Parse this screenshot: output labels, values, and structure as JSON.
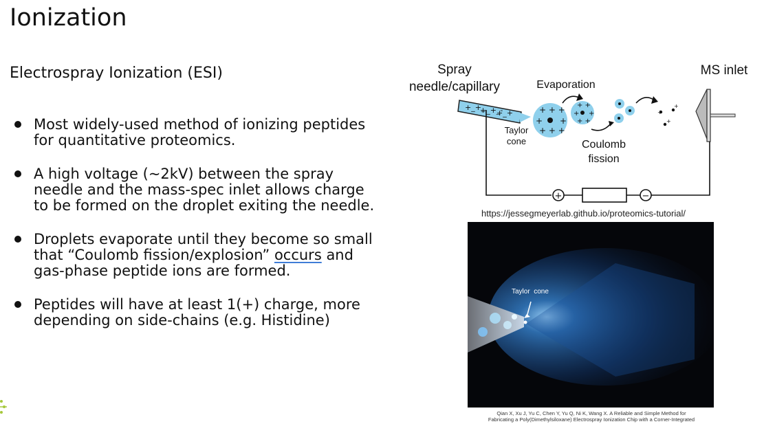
{
  "slide": {
    "title": "Ionization",
    "subtitle": "Electrospray Ionization (ESI)",
    "bullets": [
      "Most widely-used method of ionizing peptides for quantitative proteomics.",
      "A high voltage (~2kV) between the spray needle and the mass-spec inlet allows charge to be formed on the droplet exiting the needle.",
      {
        "before": "Droplets evaporate until they become so small that “Coulomb fission/explosion” ",
        "underlined": "occurs",
        "after": " and gas-phase peptide ions are formed."
      },
      "Peptides will have at least 1(+) charge, more depending on side-chains (e.g. Histidine)"
    ]
  },
  "diagram": {
    "needle_label_1": "Spray",
    "needle_label_2": "needle/capillary",
    "evaporation_label": "Evaporation",
    "ms_inlet_label": "MS inlet",
    "taylor_cone_1": "Taylor",
    "taylor_cone_2": "cone",
    "coulomb_1": "Coulomb",
    "coulomb_2": "fission",
    "source_url": "https://jessegmeyerlab.github.io/proteomics-tutorial/"
  },
  "photo": {
    "annotation": "Taylor  cone",
    "citation_1": "Qian X, Xu J, Yu C, Chen Y, Yu Q, Ni K, Wang X. A Reliable and Simple Method for",
    "citation_2": "Fabricating a Poly(Dimethylsiloxane) Electrospray Ionization Chip with a Corner-Integrated"
  },
  "colors": {
    "droplet_blue": "#8fd0ec",
    "underline_blue": "#3f7dd6",
    "photo_bg": "#05060a"
  }
}
